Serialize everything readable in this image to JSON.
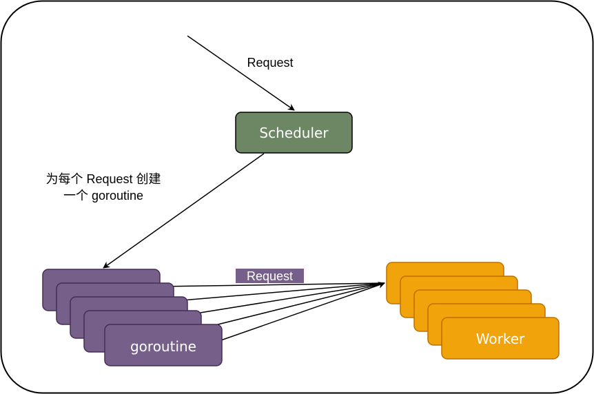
{
  "diagram": {
    "request_label": "Request",
    "scheduler_label": "Scheduler",
    "create_note_line1": "为每个 Request 创建",
    "create_note_line2": "一个 goroutine",
    "goroutine_label": "goroutine",
    "request_tag": "Request",
    "worker_label": "Worker"
  },
  "colors": {
    "scheduler_fill": "#6d8764",
    "goroutine_fill": "#76608a",
    "goroutine_stroke": "#432d57",
    "worker_fill": "#f0a30a",
    "worker_stroke": "#bd7000",
    "request_tag_fill": "#76608a"
  }
}
